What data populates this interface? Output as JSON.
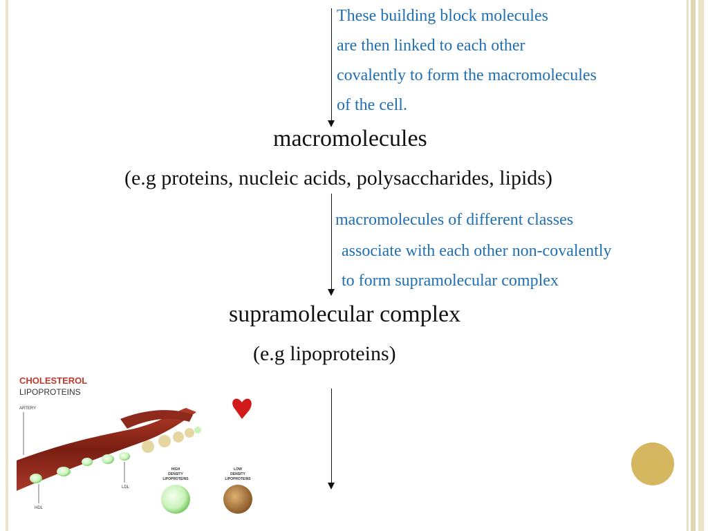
{
  "notes": {
    "first": [
      "These building block molecules",
      "are then linked to each other",
      "covalently to form the macromolecules",
      "of the cell."
    ],
    "second": [
      "macromolecules of different classes",
      " associate with each other non-covalently",
      " to form supramolecular complex"
    ]
  },
  "headings": {
    "macromolecules": "macromolecules",
    "macromolecules_example": "(e.g proteins, nucleic acids, polysaccharides, lipids)",
    "supramolecular": "supramolecular complex",
    "supramolecular_example": "(e.g lipoproteins)"
  },
  "illustration": {
    "title": "CHOLESTEROL",
    "subtitle": "LIPOPROTEINS",
    "artery": "ARTERY",
    "hdl": "HDL",
    "ldl": "LDL",
    "hdl_legend": [
      "HIGH",
      "DENSITY",
      "LIPOPROTEINS"
    ],
    "ldl_legend": [
      "LOW",
      "DENSITY",
      "LIPOPROTEINS"
    ]
  },
  "colors": {
    "note_blue": "#1f6fb2",
    "accent_circle": "#d4b75e",
    "frame": "#e9e4c8"
  }
}
